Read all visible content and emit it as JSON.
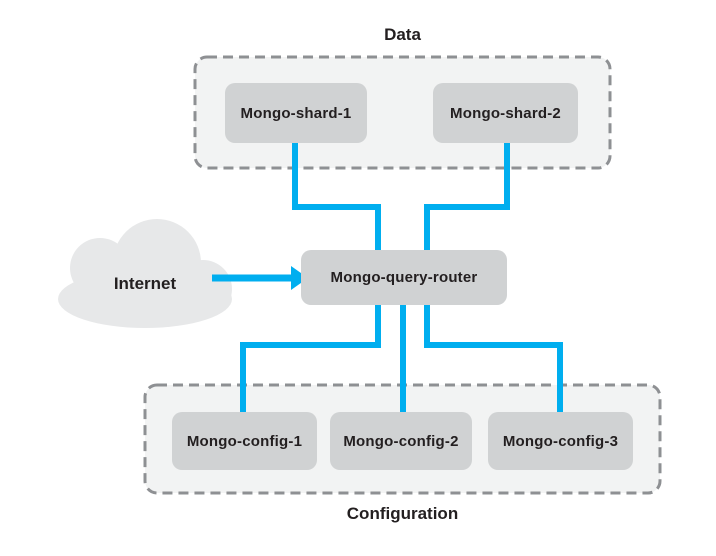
{
  "diagram": {
    "groups": [
      {
        "id": "data",
        "label": "Data",
        "nodes": [
          {
            "label": "Mongo-shard-1"
          },
          {
            "label": "Mongo-shard-2"
          }
        ]
      },
      {
        "id": "configuration",
        "label": "Configuration",
        "nodes": [
          {
            "label": "Mongo-config-1"
          },
          {
            "label": "Mongo-config-2"
          },
          {
            "label": "Mongo-config-3"
          }
        ]
      }
    ],
    "router": {
      "label": "Mongo-query-router"
    },
    "internet": {
      "label": "Internet",
      "icon": "cloud-icon"
    },
    "connections": [
      "Mongo-shard-1 - Mongo-query-router",
      "Mongo-shard-2 - Mongo-query-router",
      "Mongo-query-router - Mongo-config-1",
      "Mongo-query-router - Mongo-config-2",
      "Mongo-query-router - Mongo-config-3",
      "Internet -> Mongo-query-router (arrow)"
    ],
    "colors": {
      "connector": "#00aeef",
      "node_fill": "#d0d2d3",
      "group_fill": "#f2f3f3",
      "group_border": "#8e9093",
      "cloud_fill": "#e7e8e9",
      "text": "#231f20"
    }
  }
}
